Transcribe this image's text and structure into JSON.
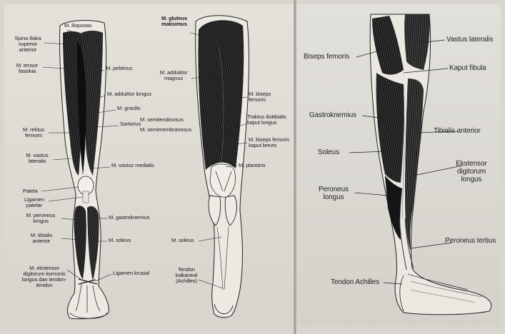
{
  "figure": {
    "panels": [
      "anterior-leg",
      "posterior-leg",
      "lateral-leg"
    ],
    "front_labels": {
      "iliopsoas": "M. iliopsoas",
      "spina_iliaka": "Spina iliaka superior anterior",
      "tensor": "M. tensor fasiskia",
      "pektinus": "M. pektinus",
      "adduktor_longus": "M. adduktor longus",
      "gracilis": "M. gracilis",
      "sartorius": "Sartorius",
      "rektus": "M. rektus femoris",
      "vastus_lateralis": "M. vastus lateralis",
      "vastus_medialis": "M. vastus medialis",
      "patela": "Patela",
      "ligamen_patelar": "Ligamen patelar",
      "peroneus_longus": "M. peroneus longus",
      "gastroknemius": "M. gastroknemius",
      "tibialis_anterior": "M. tibialis anterior",
      "soleus": "M. soleus",
      "ekstensor": "M. ekstensor digitorum komunis longus dan tendon-tendon",
      "ligamen_krusial": "Ligamen krusial"
    },
    "back_labels": {
      "gluteus": "M. gluteus maksimus",
      "adduktor_magnus": "M. adduktor magnus",
      "biseps": "M. biseps femoris",
      "traktus": "Traktus iliotibialis kaput longus",
      "semitendinosus": "M. semitendinosus",
      "semimembranosus": "M. semimembranosus",
      "biseps_brevis": "M. biseps femoris kaput brevis",
      "plantaris": "M. plantaris",
      "soleus": "M. soleus",
      "tendon": "Tendon kalkaneal (Achilles)"
    },
    "side_labels": {
      "biseps": "Biseps femoris",
      "vastus": "Vastus lateralis",
      "kaput": "Kaput fibula",
      "gastro": "Gastroknemius",
      "tibialis": "Tibialis anterior",
      "soleus": "Soleus",
      "ekstensor": "Ekstensor digitorum longus",
      "peroneus_longus": "Peroneus longus",
      "peroneus_tertius": "Peroneus tertius",
      "achilles": "Tendon Achilles"
    },
    "colors": {
      "paper": "#e4e1da",
      "muscle_dark": "#1e1e1e",
      "muscle_mid": "#3a3a3a",
      "ink": "#1b1b1b"
    }
  }
}
